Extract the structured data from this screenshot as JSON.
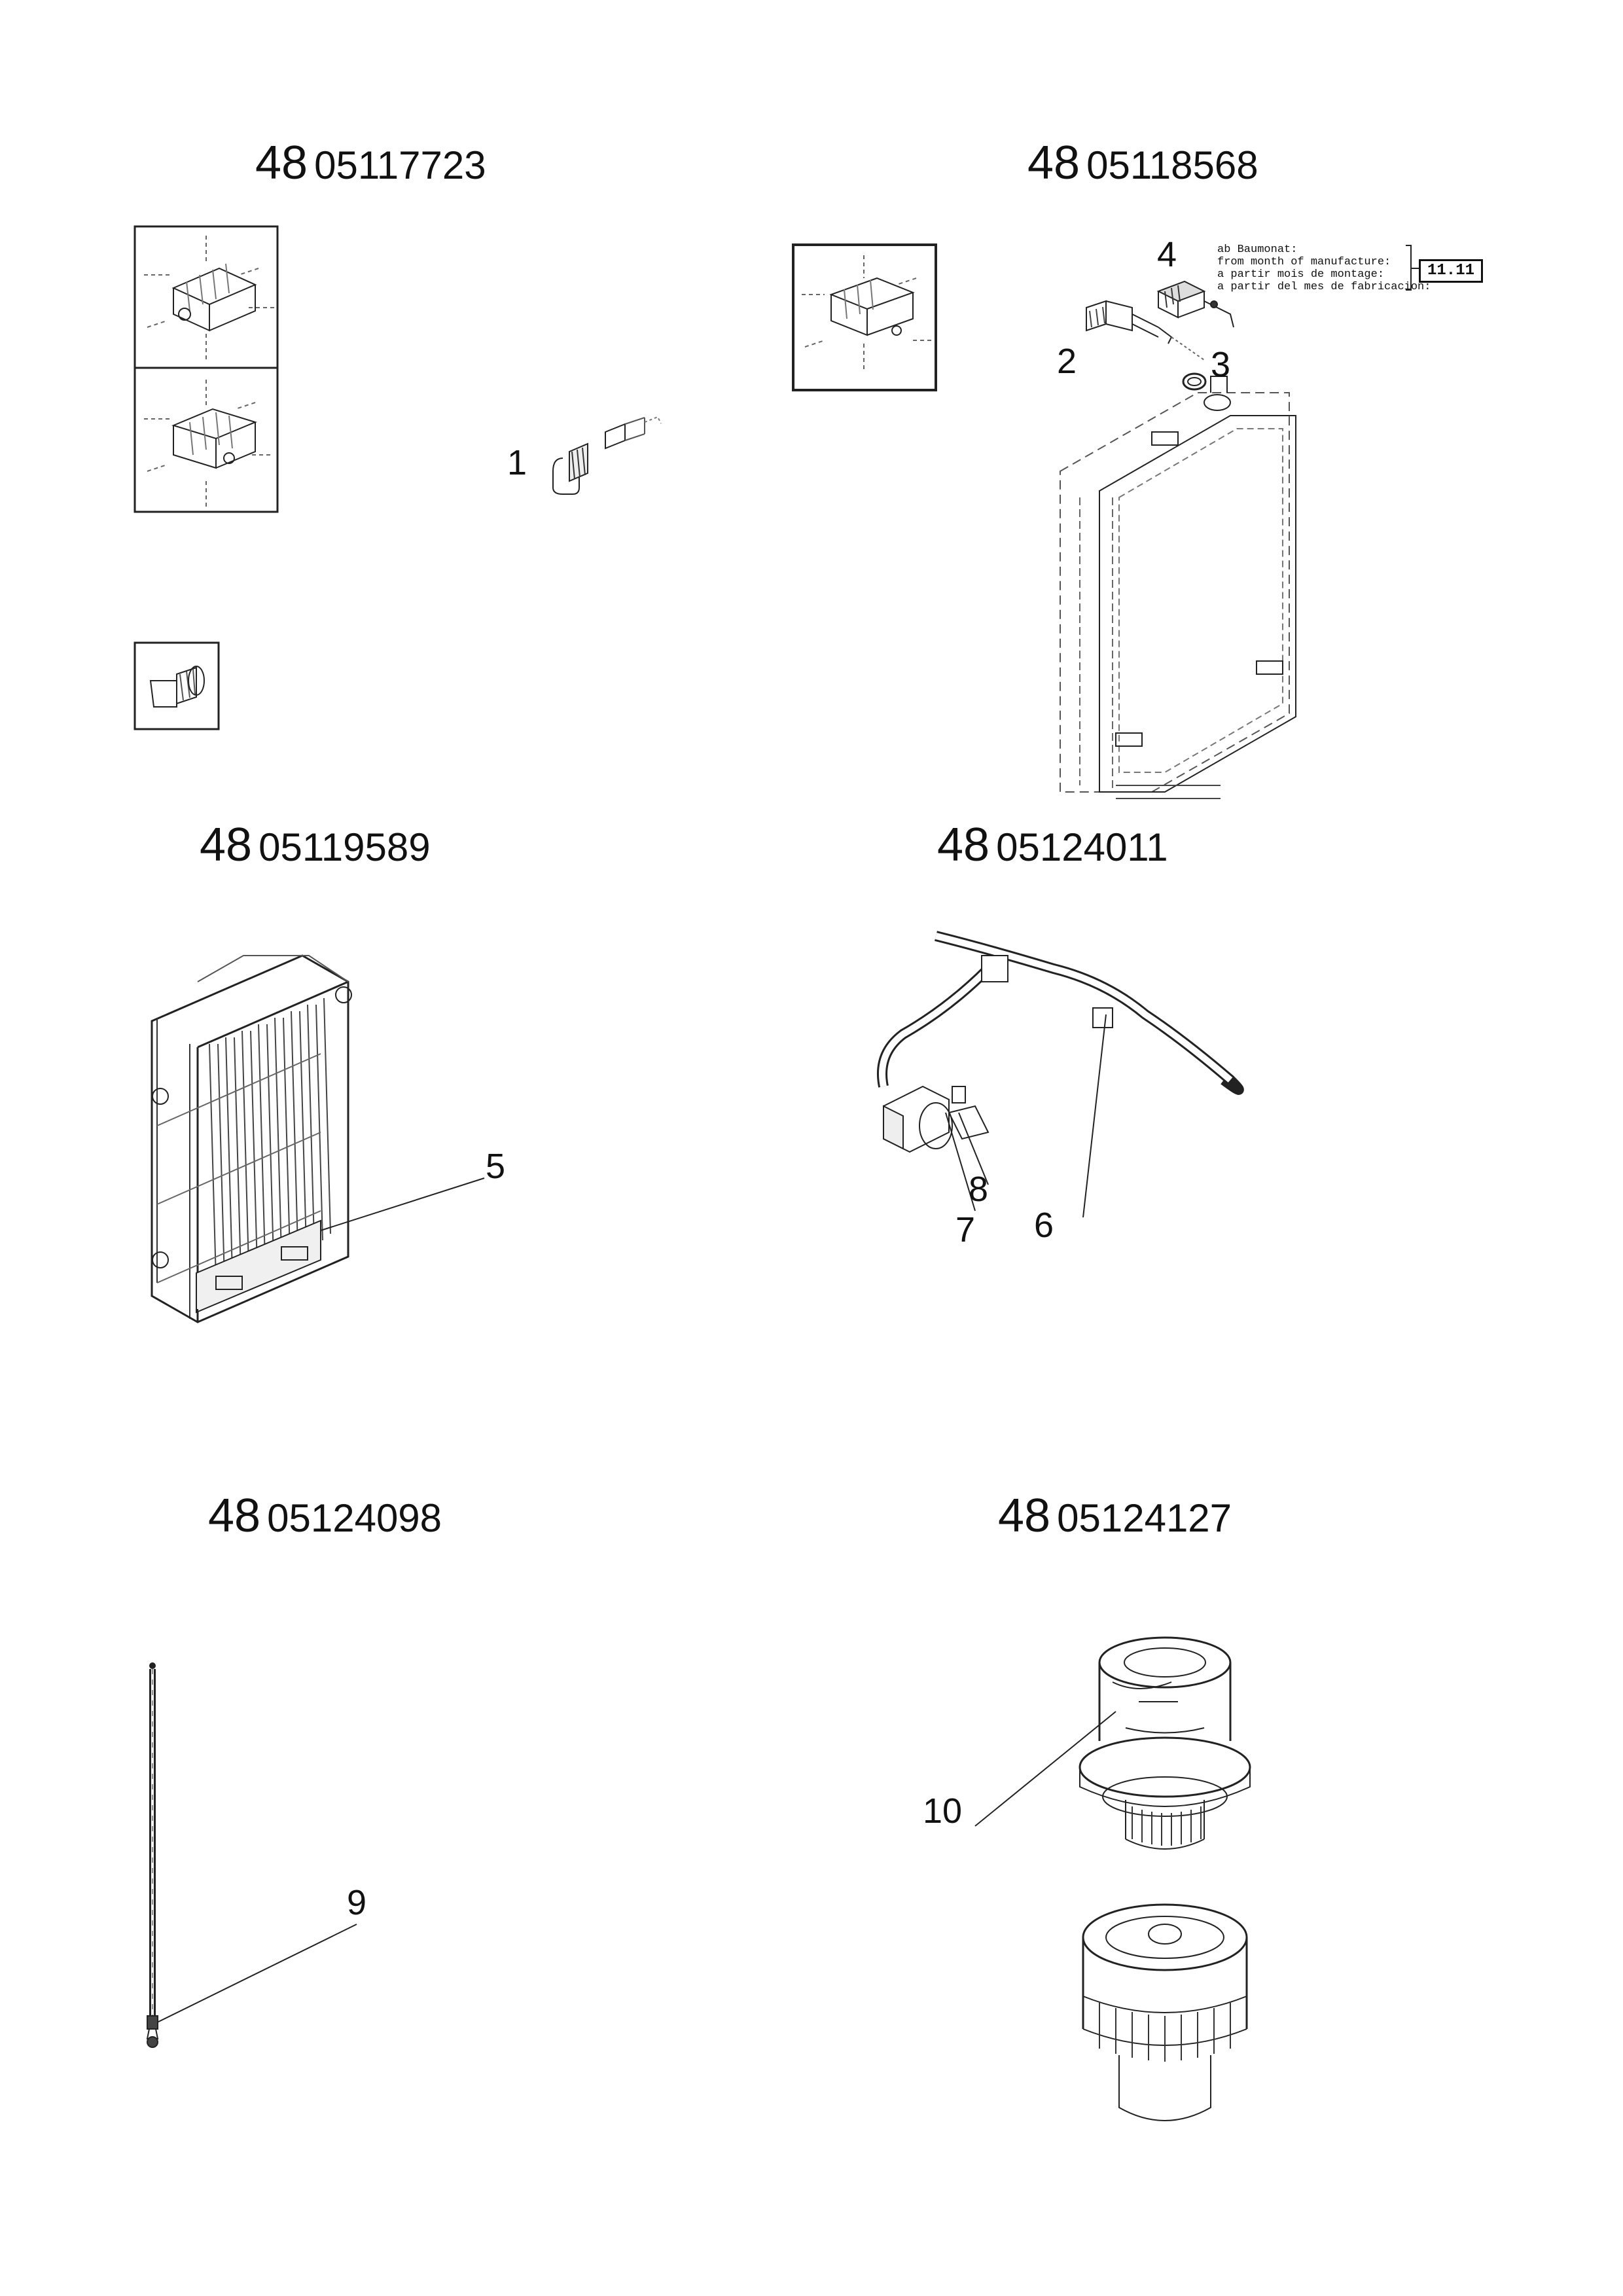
{
  "sections": [
    {
      "prefix": "48",
      "code": "05117723"
    },
    {
      "prefix": "48",
      "code": "05118568"
    },
    {
      "prefix": "48",
      "code": "05119589"
    },
    {
      "prefix": "48",
      "code": "05124011"
    },
    {
      "prefix": "48",
      "code": "05124098"
    },
    {
      "prefix": "48",
      "code": "05124127"
    }
  ],
  "callouts": [
    "1",
    "2",
    "3",
    "4",
    "5",
    "6",
    "7",
    "8",
    "9",
    "10"
  ],
  "note": {
    "lines": [
      "ab Baumonat:",
      "from month of manufacture:",
      "a partir mois de montage:",
      "a partir del mes de fabricacion:"
    ],
    "date": "11.11"
  }
}
